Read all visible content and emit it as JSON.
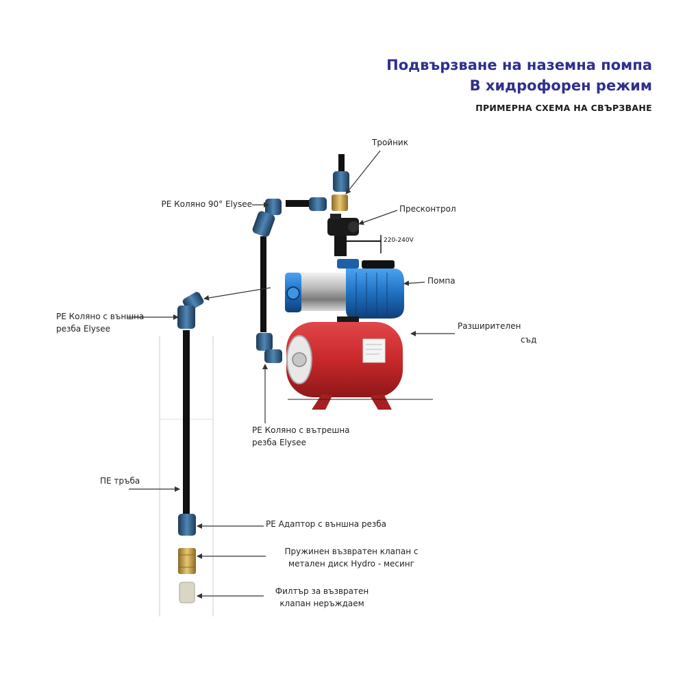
{
  "header": {
    "title_line1": "Подвързване на наземна помпа",
    "title_line2": "В хидрофорен режим",
    "subtitle": "ПРИМЕРНА СХЕМА НА СВЪРЗВАНЕ"
  },
  "labels": {
    "tee": "Тройник",
    "elbow90": "PE Коляно 90° Elysee",
    "pressure_control": "Пресконтрол",
    "voltage": "220-240V",
    "pump": "Помпа",
    "elbow_ext_line1": "PE Коляно с външна",
    "elbow_ext_line2": "резба Elysee",
    "tank_line1": "Разширителен",
    "tank_line2": "съд",
    "elbow_int_line1": "PE Коляно с вътрешна",
    "elbow_int_line2": "резба Elysee",
    "pe_pipe": "ПЕ тръба",
    "adapter": "PE Адаптор с външна резба",
    "check_valve_line1": "Пружинен възвратен клапан с",
    "check_valve_line2": "метален диск Hydro - месинг",
    "filter_line1": "Филтър за възвратен",
    "filter_line2": "клапан неръждаем"
  },
  "colors": {
    "title": "#2e2f8f",
    "pump_blue": "#1f6fc0",
    "tank_red": "#c9282c",
    "fitting_blue": "#2f5f86",
    "brass": "#c9a24a",
    "pipe": "#111111"
  }
}
